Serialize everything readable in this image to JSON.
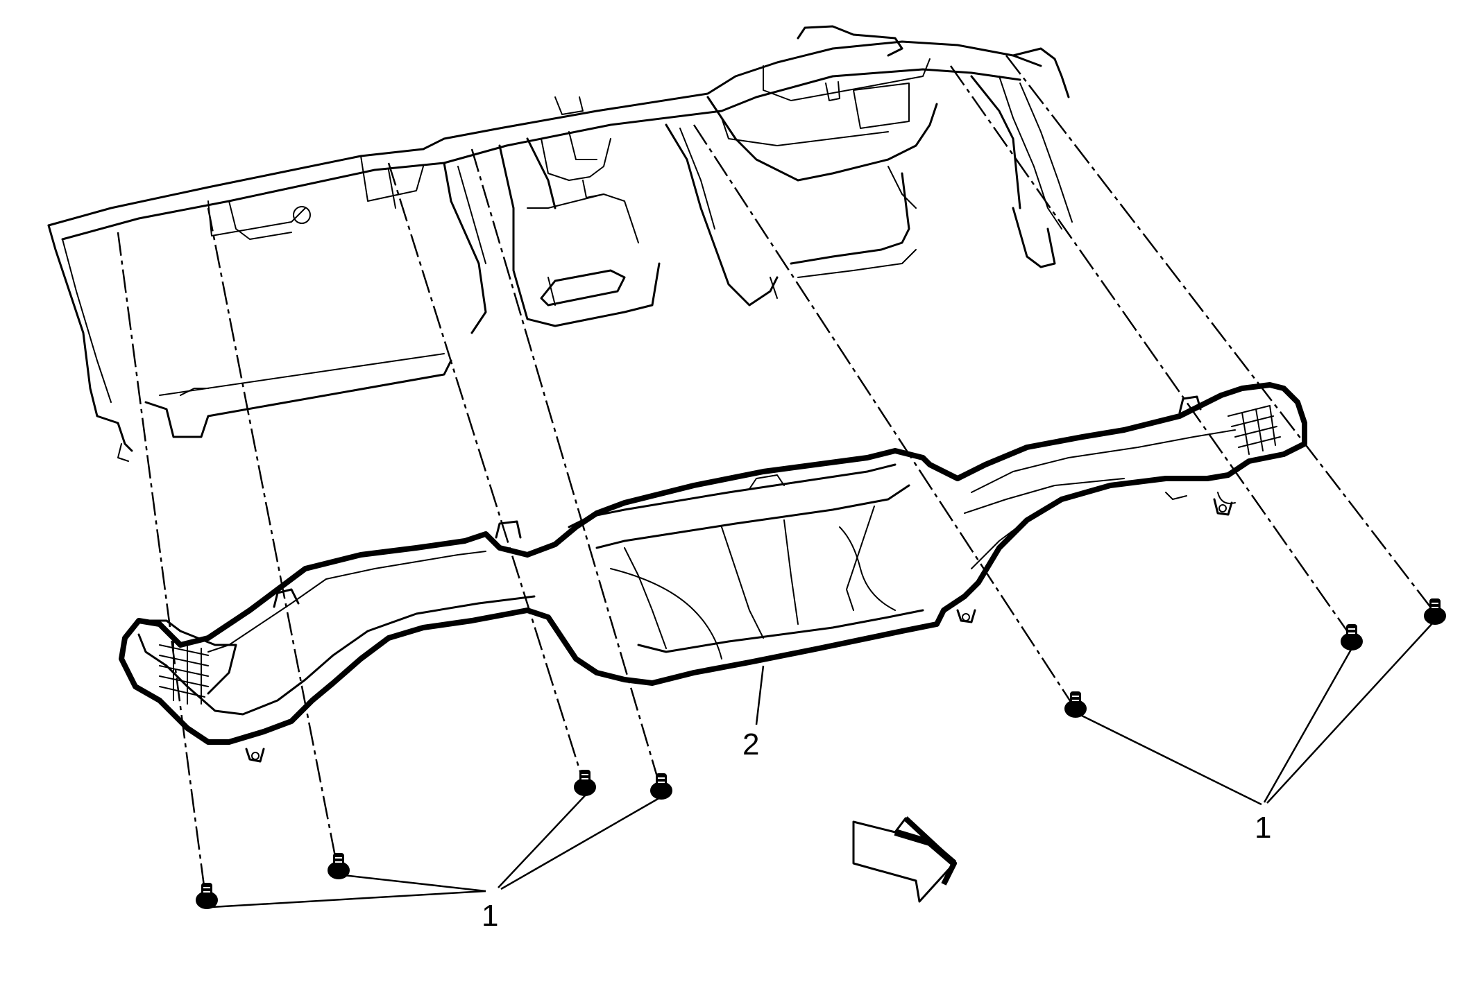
{
  "figure": {
    "callouts": [
      {
        "id": "fasteners-left",
        "label": "1"
      },
      {
        "id": "duct",
        "label": "2"
      },
      {
        "id": "fasteners-right",
        "label": "1"
      }
    ],
    "icons": {
      "direction_arrow": "forward-direction-arrow-icon",
      "fastener": "bolt-icon"
    },
    "colors": {
      "ink": "#000000",
      "background": "#ffffff"
    }
  }
}
